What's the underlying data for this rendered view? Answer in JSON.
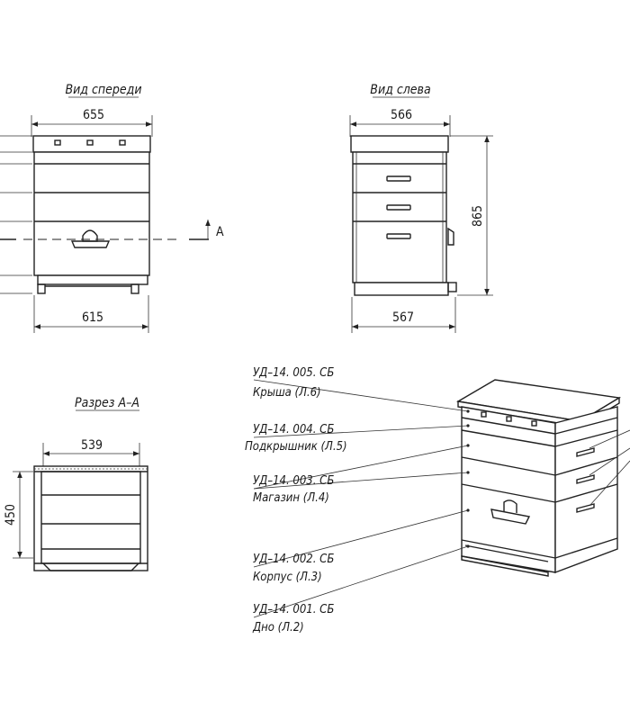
{
  "views": {
    "front": {
      "title": "Вид спереди",
      "width_top": "655",
      "width_bottom": "615"
    },
    "left": {
      "title": "Вид слева",
      "width_top": "566",
      "width_bottom": "567",
      "height": "865"
    },
    "section": {
      "title": "Разрез А–А",
      "width": "539",
      "height": "450"
    }
  },
  "section_marker": "А",
  "parts": [
    {
      "code": "УД–14. 005. СБ",
      "name": "Крыша (Л.6)"
    },
    {
      "code": "УД–14. 004. СБ",
      "name": "Подкрышник (Л.5)"
    },
    {
      "code": "УД–14. 003. СБ",
      "name": "Магазин (Л.4)"
    },
    {
      "code": "УД–14. 002. СБ",
      "name": "Корпус (Л.3)"
    },
    {
      "code": "УД–14. 001. СБ",
      "name": "Дно (Л.2)"
    }
  ]
}
